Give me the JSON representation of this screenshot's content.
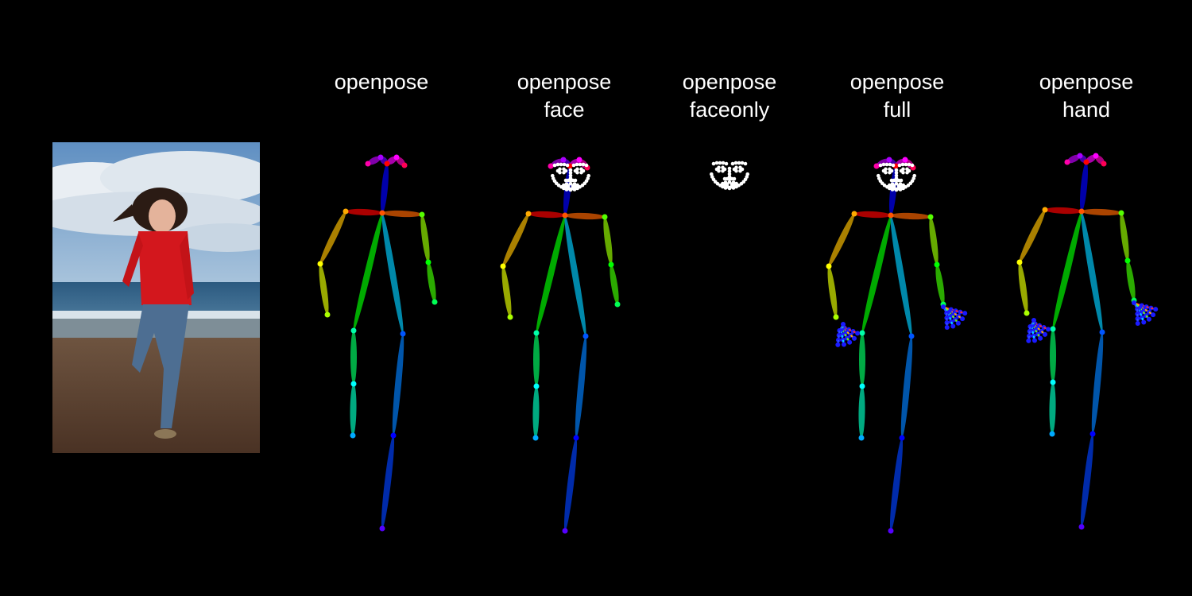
{
  "panels": [
    {
      "id": "openpose",
      "label_lines": [
        "openpose"
      ],
      "body": true,
      "face": false,
      "hands": false
    },
    {
      "id": "openpose_face",
      "label_lines": [
        "openpose",
        "face"
      ],
      "body": true,
      "face": true,
      "hands": false
    },
    {
      "id": "openpose_faceonly",
      "label_lines": [
        "openpose",
        "faceonly"
      ],
      "body": false,
      "face": true,
      "hands": false
    },
    {
      "id": "openpose_full",
      "label_lines": [
        "openpose",
        "full"
      ],
      "body": true,
      "face": true,
      "hands": true
    },
    {
      "id": "openpose_hand",
      "label_lines": [
        "openpose",
        "hand"
      ],
      "body": true,
      "face": false,
      "hands": true
    }
  ],
  "source_photo": {
    "subject": "woman in red sweater and jeans running on a beach",
    "colors": {
      "sky": "#6f9cc9",
      "clouds": "#e6ecf1",
      "sea": "#2f5f86",
      "sand": "#5b4030",
      "sweater": "#d3171d",
      "jeans": "#4f6f91"
    }
  },
  "colors": {
    "background": "#000000",
    "label": "#ffffff",
    "face_points": "#ffffff",
    "hand_points": "#1a1aff"
  }
}
